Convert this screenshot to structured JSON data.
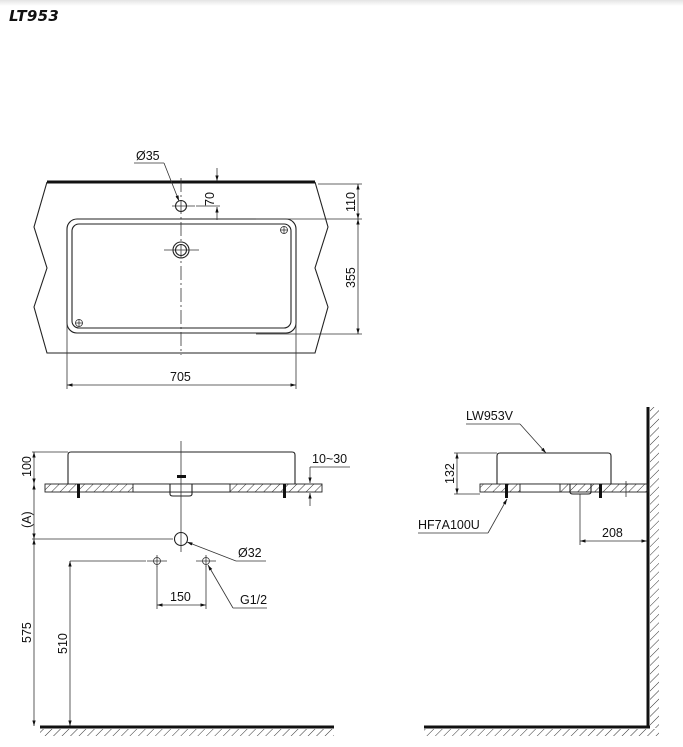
{
  "title": "LT953",
  "top_view": {
    "labels": {
      "hole_diameter": "Ø35",
      "hole_offset": "70",
      "back_to_basin": "110",
      "basin_depth": "355",
      "basin_width": "705"
    }
  },
  "front_view": {
    "labels": {
      "height": "100",
      "counter_thickness": "10~30",
      "drain_height": "(A)",
      "drain_diameter": "Ø32",
      "supply_spacing": "150",
      "supply_thread": "G1/2",
      "floor_to_drain": "575",
      "floor_to_supply": "510"
    }
  },
  "side_view": {
    "labels": {
      "basin_model": "LW953V",
      "height": "132",
      "bracket_model": "HF7A100U",
      "wall_to_drain": "208"
    }
  }
}
